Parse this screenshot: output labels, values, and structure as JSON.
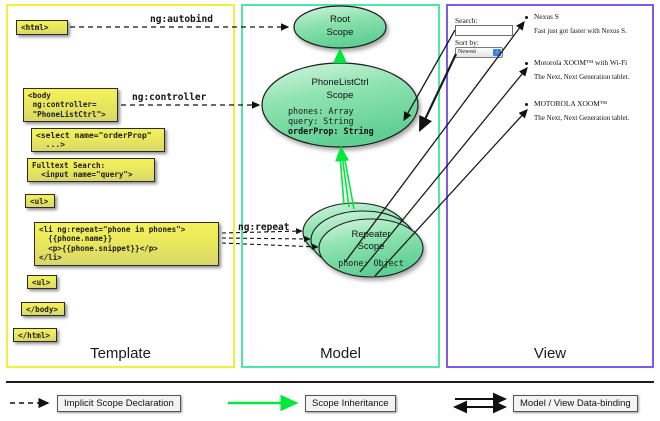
{
  "columns": [
    {
      "id": "template",
      "label": "Template",
      "border_color": "#f2ef3a"
    },
    {
      "id": "model",
      "label": "Model",
      "border_color": "#4ee9a8"
    },
    {
      "id": "view",
      "label": "View",
      "border_color": "#7a5cf0"
    }
  ],
  "template": {
    "boxes": [
      {
        "id": "html-open",
        "text": "<html>"
      },
      {
        "id": "body-open",
        "text": "<body\n ng:controller=\n \"PhoneListCtrl\">"
      },
      {
        "id": "select",
        "text": "<select name=\"orderProp\"\n  ...>"
      },
      {
        "id": "fulltext",
        "text": "Fulltext Search:\n  <input name=\"query\">"
      },
      {
        "id": "ul-open",
        "text": "<ul>"
      },
      {
        "id": "li-repeat",
        "text": "<li ng:repeat=\"phone in phones\">\n  {{phone.name}}\n  <p>{{phone.snippet}}</p>\n</li>"
      },
      {
        "id": "ul-close",
        "text": "<ul>"
      },
      {
        "id": "body-close",
        "text": "</body>"
      },
      {
        "id": "html-close",
        "text": "</html>"
      }
    ]
  },
  "connectors": [
    {
      "id": "ng-autobind",
      "label": "ng:autobind"
    },
    {
      "id": "ng-controller",
      "label": "ng:controller"
    },
    {
      "id": "ng-repeat",
      "label": "ng:repeat"
    }
  ],
  "model": {
    "scopes": [
      {
        "id": "root-scope",
        "title_line1": "Root",
        "title_line2": "Scope",
        "props": []
      },
      {
        "id": "phonelistctrl-scope",
        "title_line1": "PhoneListCtrl",
        "title_line2": "Scope",
        "props": [
          {
            "text": "phones: Array",
            "bold": false
          },
          {
            "text": "query: String",
            "bold": false
          },
          {
            "text": "orderProp: String",
            "bold": true
          }
        ]
      },
      {
        "id": "repeater-scope",
        "title_line1": "Repeater",
        "title_line2": "Scope",
        "props": [
          {
            "text": "phone: Object",
            "bold": false
          }
        ]
      }
    ]
  },
  "view": {
    "search_label": "Search:",
    "search_value": "",
    "search_placeholder": "",
    "sort_label": "Sort by:",
    "sort_selected": "Newest",
    "sort_options": [
      "Newest"
    ],
    "phones": [
      {
        "name": "Nexus S",
        "snippet": "Fast just got faster with Nexus S."
      },
      {
        "name": "Motorola XOOM™ with Wi-Fi",
        "snippet": "The Next, Next Generation tablet."
      },
      {
        "name": "MOTOROLA XOOM™",
        "snippet": "The Next, Next Generation tablet."
      }
    ]
  },
  "legend": [
    {
      "id": "implicit-scope-declaration",
      "label": "Implicit Scope Declaration",
      "arrow": "dashed-black"
    },
    {
      "id": "scope-inheritance",
      "label": "Scope Inheritance",
      "arrow": "solid-green"
    },
    {
      "id": "model-view-data-binding",
      "label": "Model / View Data-binding",
      "arrow": "double-black"
    }
  ],
  "colors": {
    "template_border": "#f2ef3a",
    "model_border": "#4ee9a8",
    "view_border": "#7a5cf0",
    "inheritance_arrow": "#00e83c",
    "code_box_fill": "#eae85c"
  }
}
